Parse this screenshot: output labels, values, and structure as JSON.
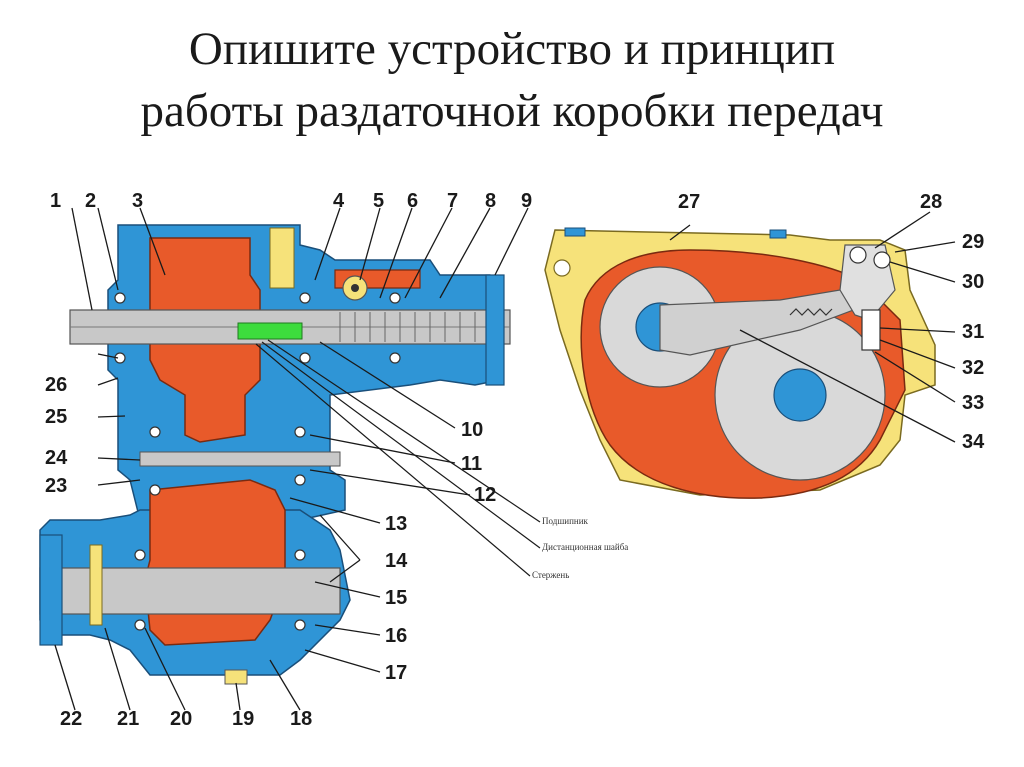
{
  "title": {
    "line1": "Опишите устройство и принцип",
    "line2": "работы раздаточной коробки передач"
  },
  "colors": {
    "housing": "#2f95d6",
    "gears": "#e85a2a",
    "cover": "#f6e27a",
    "highlight": "#3ddc3d",
    "shaft": "#c8c8c8"
  },
  "callouts": {
    "n1": "1",
    "n2": "2",
    "n3": "3",
    "n4": "4",
    "n5": "5",
    "n6": "6",
    "n7": "7",
    "n8": "8",
    "n9": "9",
    "n10": "10",
    "n11": "11",
    "n12": "12",
    "n13": "13",
    "n14": "14",
    "n15": "15",
    "n16": "16",
    "n17": "17",
    "n18": "18",
    "n19": "19",
    "n20": "20",
    "n21": "21",
    "n22": "22",
    "n23": "23",
    "n24": "24",
    "n25": "25",
    "n26": "26",
    "n27": "27",
    "n28": "28",
    "n29": "29",
    "n30": "30",
    "n31": "31",
    "n32": "32",
    "n33": "33",
    "n34": "34"
  },
  "annotations": {
    "bearing": "Подшипник",
    "spacer": "Дистанционная шайба",
    "rod": "Стержень"
  }
}
